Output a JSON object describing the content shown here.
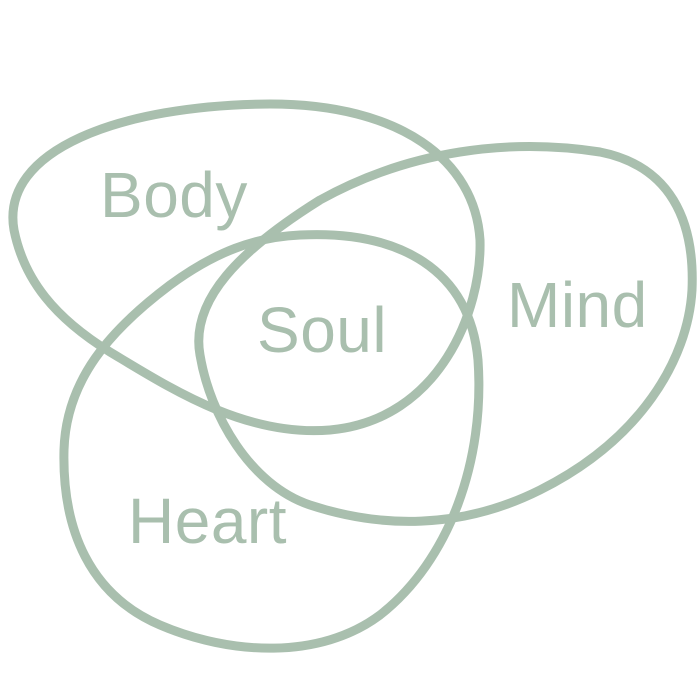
{
  "colors": {
    "stroke": "#a9bfae",
    "text": "#a9bfae",
    "background": "#ffffff"
  },
  "labels": {
    "body": "Body",
    "mind": "Mind",
    "soul": "Soul",
    "heart": "Heart"
  }
}
